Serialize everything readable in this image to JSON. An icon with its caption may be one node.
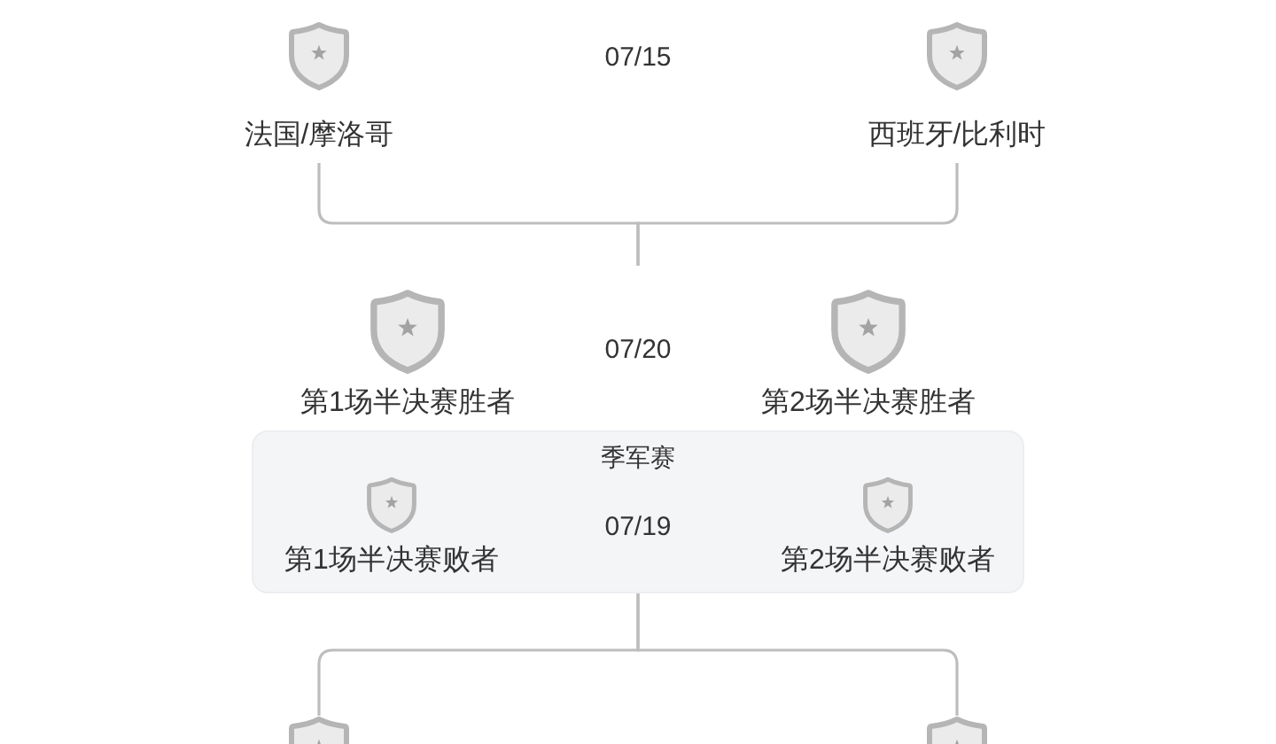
{
  "diagram": {
    "nodes": [
      {
        "text": [
          "法国/摩洛哥"
        ]
      },
      {
        "text": [
          "西班牙/比利时"
        ]
      },
      {
        "text": [
          "第1场半决赛胜者"
        ]
      },
      {
        "text": [
          "第2场半决赛胜者"
        ]
      },
      {
        "text": [
          "季军赛",
          "07/19"
        ]
      },
      {
        "text": [
          "第1场半决赛败者"
        ],
        "in": 4
      },
      {
        "text": [
          "第2场半决赛败者"
        ],
        "in": 4
      },
      {
        "text": [],
        "shape": "shield"
      },
      {
        "text": [],
        "shape": "shield"
      }
    ],
    "edges": [
      {
        "from": 0,
        "to": null,
        "arrow": "none"
      },
      {
        "from": 1,
        "to": null,
        "arrow": "none"
      },
      {
        "from": 7,
        "to": 4,
        "arrow": "none"
      },
      {
        "from": 8,
        "to": 4,
        "arrow": "none"
      }
    ],
    "labels": [
      "07/15",
      "07/20"
    ]
  }
}
